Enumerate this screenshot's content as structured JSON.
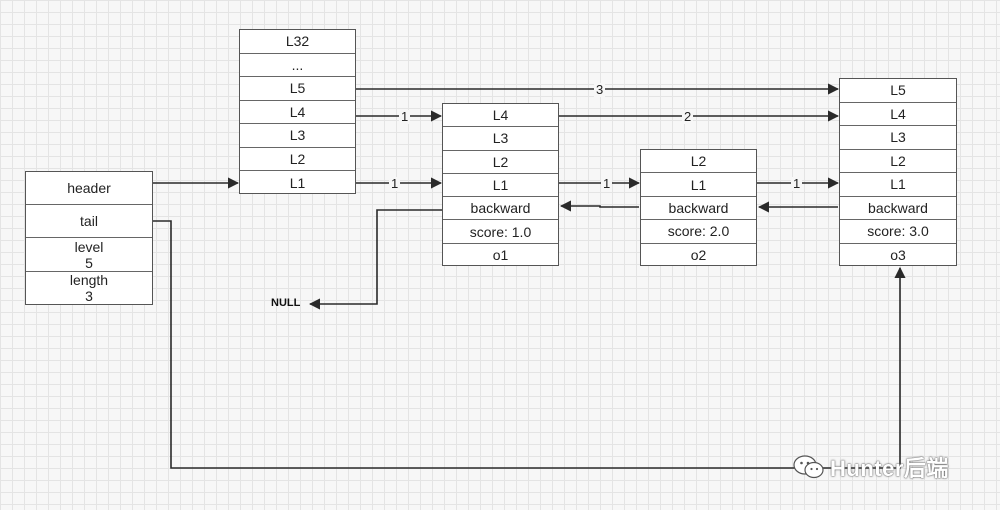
{
  "list_struct": {
    "header": "header",
    "tail": "tail",
    "level_label": "level",
    "level_value": "5",
    "length_label": "length",
    "length_value": "3"
  },
  "header_node": {
    "levels": [
      "L32",
      "...",
      "L5",
      "L4",
      "L3",
      "L2",
      "L1"
    ]
  },
  "node1": {
    "levels": [
      "L4",
      "L3",
      "L2",
      "L1"
    ],
    "backward": "backward",
    "score": "score: 1.0",
    "obj": "o1"
  },
  "node2": {
    "levels": [
      "L2",
      "L1"
    ],
    "backward": "backward",
    "score": "score: 2.0",
    "obj": "o2"
  },
  "node3": {
    "levels": [
      "L5",
      "L4",
      "L3",
      "L2",
      "L1"
    ],
    "backward": "backward",
    "score": "score: 3.0",
    "obj": "o3"
  },
  "spans": {
    "l5_header_to_o3": "3",
    "l4_header_to_o1": "1",
    "l4_o1_to_o3": "2",
    "l1_header_to_o1": "1",
    "l1_o1_to_o2": "1",
    "l1_o2_to_o3": "1"
  },
  "null_label": "NULL",
  "watermark": "Hunter后端"
}
